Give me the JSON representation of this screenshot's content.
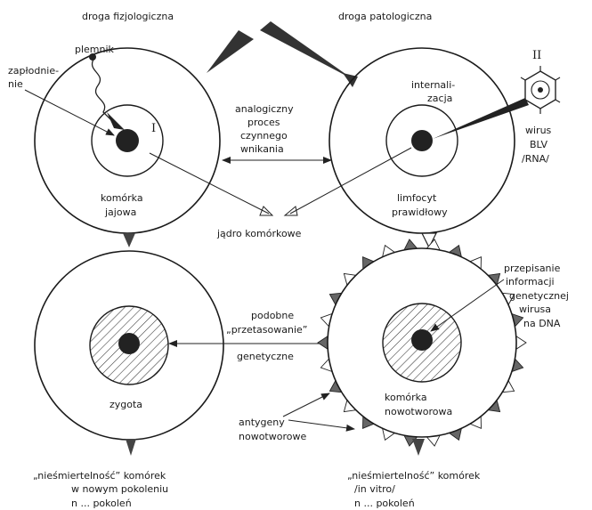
{
  "top_labels": {
    "physiological": "droga fizjologiczna",
    "pathological": "droga patologiczna"
  },
  "egg_cell": {
    "sperm_label": "plemnik",
    "fertilization_line1": "zapłodnie-",
    "fertilization_line2": "nie",
    "roman": "I",
    "name_line1": "komórka",
    "name_line2": "jajowa"
  },
  "lymphocyte": {
    "internalization_line1": "internali-",
    "internalization_line2": "zacja",
    "name_line1": "limfocyt",
    "name_line2": "prawidłowy"
  },
  "virus": {
    "roman": "II",
    "line1": "wirus",
    "line2": "BLV",
    "line3": "/RNA/"
  },
  "center_process": {
    "line1": "analogiczny",
    "line2": "proces",
    "line3": "czynnego",
    "line4": "wnikania"
  },
  "nucleus_label": "jądro komórkowe",
  "zygote": {
    "name": "zygota"
  },
  "shuffling": {
    "line1": "podobne",
    "line2": "„przetasowanie”",
    "line3": "genetyczne"
  },
  "tumor_cell": {
    "transcription_line1": "przepisanie",
    "transcription_line2": "informacji",
    "transcription_line3": "genetycznej",
    "transcription_line4": "wirusa",
    "transcription_line5": "na DNA",
    "name_line1": "komórka",
    "name_line2": "nowotworowa"
  },
  "antigens": {
    "line1": "antygeny",
    "line2": "nowotworowe"
  },
  "immortality_left": {
    "line1": "„nieśmiertelność” komórek",
    "line2": "w nowym pokoleniu",
    "line3": "n ... pokoleń"
  },
  "immortality_right": {
    "line1": "„nieśmiertelność” komórek",
    "line2": "/in vitro/",
    "line3": "n ... pokoleń"
  }
}
